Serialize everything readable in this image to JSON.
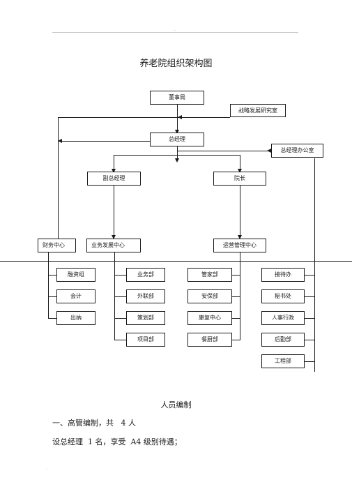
{
  "page": {
    "header_mark": ".",
    "title": "养老院组织架构图",
    "footer_mark": "."
  },
  "org": {
    "board": "董事局",
    "strategy_office": "战略发展研究室",
    "gm": "总经理",
    "gm_office": "总经理办公室",
    "deputy_gm": "副总经理",
    "dean": "院长",
    "finance_center": "财务中心",
    "business_center": "业务发展中心",
    "operations_center": "运营管理中心",
    "finance_depts": [
      "融资组",
      "会计",
      "出纳"
    ],
    "business_depts": [
      "业务部",
      "外联部",
      "策划部",
      "项目部"
    ],
    "operations_depts": [
      "管家部",
      "安保部",
      "康复中心",
      "餐厨部"
    ],
    "office_depts": [
      "接待办",
      "秘书处",
      "人事行政",
      "后勤部",
      "工程部"
    ]
  },
  "staffing": {
    "title": "人员编制",
    "line1": "一、高管编制，共   4 人",
    "line2": "设总经理  1 名，享受  A4 级别待遇；"
  }
}
